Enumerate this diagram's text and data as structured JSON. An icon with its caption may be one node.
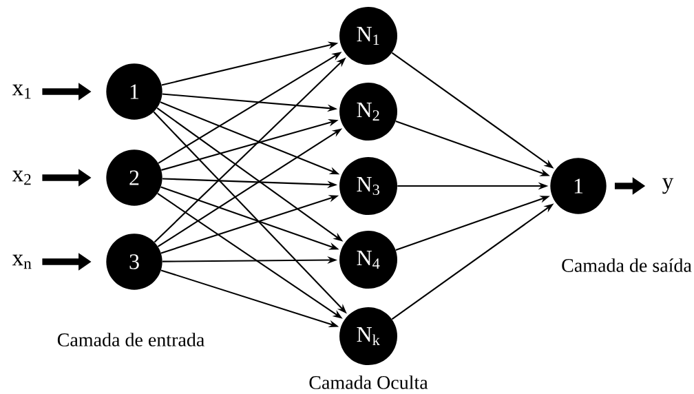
{
  "diagram": {
    "nodes": [
      {
        "text": [
          "x$_{1}$"
        ]
      },
      {
        "text": [
          "x$_{2}$"
        ]
      },
      {
        "text": [
          "x$_{n}$"
        ]
      },
      {
        "text": [
          "1"
        ]
      },
      {
        "text": [
          "2"
        ]
      },
      {
        "text": [
          "3"
        ]
      },
      {
        "text": [
          "N$_{1}$"
        ]
      },
      {
        "text": [
          "N$_{2}$"
        ]
      },
      {
        "text": [
          "N$_{3}$"
        ]
      },
      {
        "text": [
          "N$_{4}$"
        ]
      },
      {
        "text": [
          "N$_{k}$"
        ]
      },
      {
        "text": [
          "1"
        ]
      },
      {
        "text": [
          "y"
        ]
      }
    ],
    "edges": [
      {
        "from": 0,
        "to": 3,
        "arrow": "to",
        "style": "thick"
      },
      {
        "from": 1,
        "to": 4,
        "arrow": "to",
        "style": "thick"
      },
      {
        "from": 2,
        "to": 5,
        "arrow": "to",
        "style": "thick"
      },
      {
        "from": 3,
        "to": 6,
        "arrow": "to"
      },
      {
        "from": 3,
        "to": 7,
        "arrow": "to"
      },
      {
        "from": 3,
        "to": 8,
        "arrow": "to"
      },
      {
        "from": 3,
        "to": 9,
        "arrow": "to"
      },
      {
        "from": 3,
        "to": 10,
        "arrow": "to"
      },
      {
        "from": 4,
        "to": 6,
        "arrow": "to"
      },
      {
        "from": 4,
        "to": 7,
        "arrow": "to"
      },
      {
        "from": 4,
        "to": 8,
        "arrow": "to"
      },
      {
        "from": 4,
        "to": 9,
        "arrow": "to"
      },
      {
        "from": 4,
        "to": 10,
        "arrow": "to"
      },
      {
        "from": 5,
        "to": 6,
        "arrow": "to"
      },
      {
        "from": 5,
        "to": 7,
        "arrow": "to"
      },
      {
        "from": 5,
        "to": 8,
        "arrow": "to"
      },
      {
        "from": 5,
        "to": 9,
        "arrow": "to"
      },
      {
        "from": 5,
        "to": 10,
        "arrow": "to"
      },
      {
        "from": 6,
        "to": 11,
        "arrow": "to"
      },
      {
        "from": 7,
        "to": 11,
        "arrow": "to"
      },
      {
        "from": 8,
        "to": 11,
        "arrow": "to"
      },
      {
        "from": 9,
        "to": 11,
        "arrow": "to"
      },
      {
        "from": 10,
        "to": 11,
        "arrow": "to"
      },
      {
        "from": 11,
        "to": 12,
        "arrow": "to",
        "style": "thick"
      }
    ],
    "labels": [
      "Camada de entrada",
      "Camada Oculta",
      "Camada de saída"
    ]
  }
}
